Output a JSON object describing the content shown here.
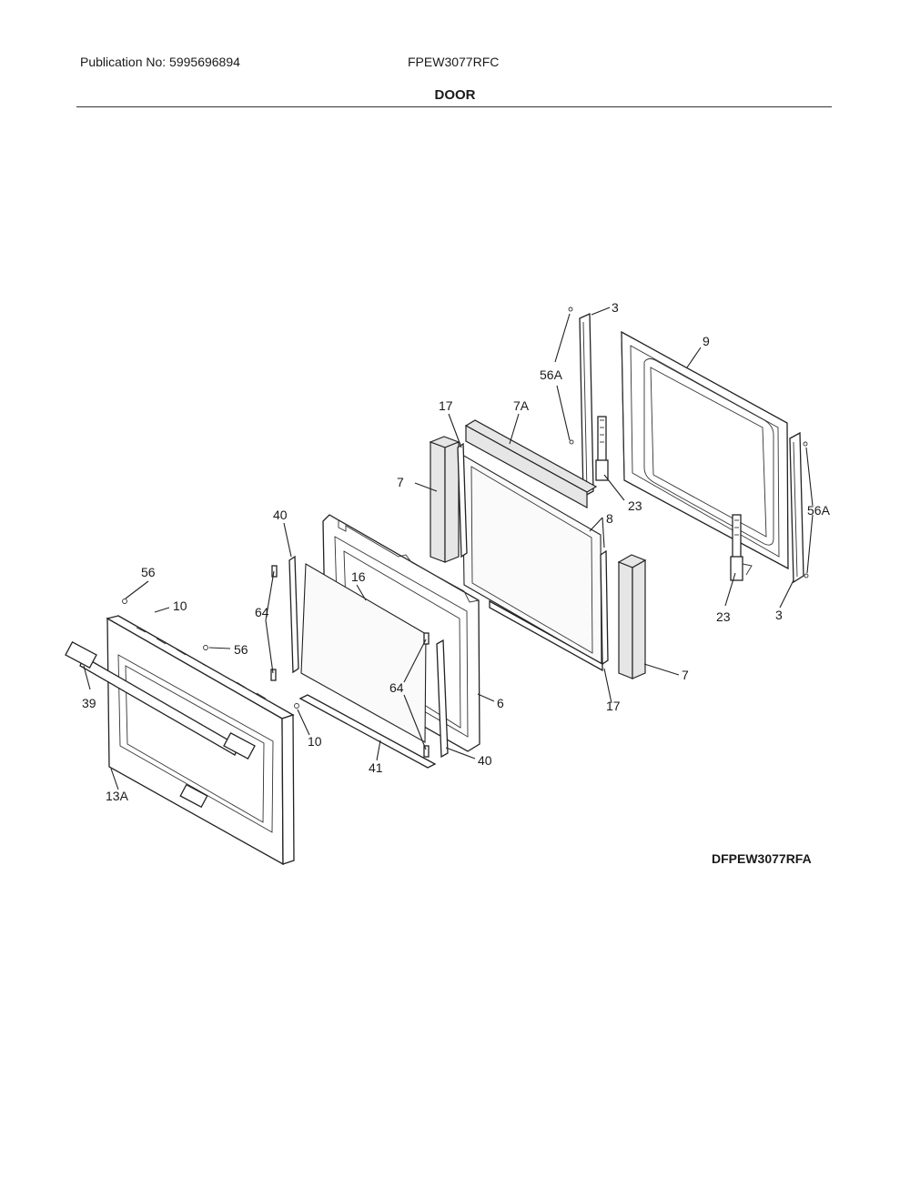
{
  "header": {
    "publication": "Publication No: 5995696894",
    "model": "FPEW3077RFC",
    "section_title": "DOOR"
  },
  "diagram_code": "DFPEW3077RFA",
  "callouts": {
    "c3_top": "3",
    "c9": "9",
    "c56A_left": "56A",
    "c17_top": "17",
    "c7A": "7A",
    "c7_left": "7",
    "c23_top": "23",
    "c56A_right": "56A",
    "c8": "8",
    "c40_top": "40",
    "c56_top": "56",
    "c10_top": "10",
    "c16": "16",
    "c64_left": "64",
    "c56_mid": "56",
    "c23_bottom": "23",
    "c3_bottom": "3",
    "c7_right": "7",
    "c39": "39",
    "c64_mid": "64",
    "c6": "6",
    "c17_bottom": "17",
    "c10_bottom": "10",
    "c40_bottom": "40",
    "c41": "41",
    "c13A": "13A"
  }
}
